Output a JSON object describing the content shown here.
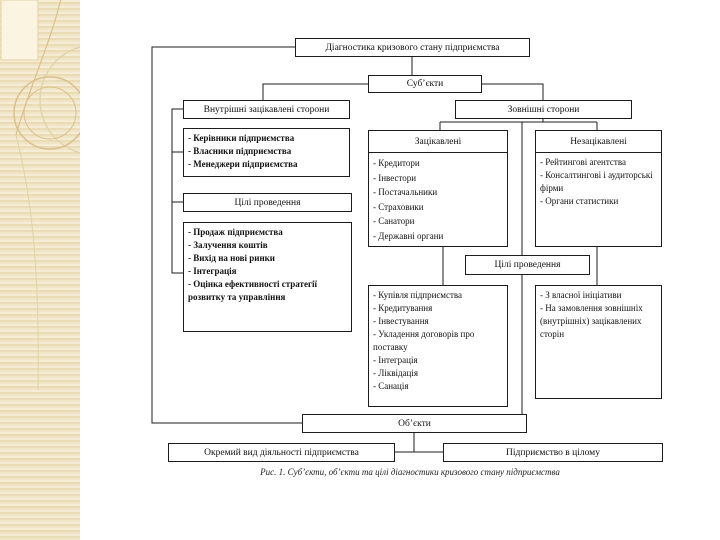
{
  "colors": {
    "sidebar_beige": "#eee0ba",
    "sidebar_stripe_light": "#f5ecd3",
    "sidebar_ring": "#d8c28c",
    "line_black": "#1c1c1c"
  },
  "diagram": {
    "title": "Діагностика кризового стану підприємства",
    "subjects_label": "Суб’єкти",
    "internal": {
      "header": "Внутрішні зацікавлені сторони",
      "members": [
        "- Керівники підприємства",
        "- Власники підприємства",
        "- Менеджери підприємства"
      ],
      "goals_header": "Цілі проведення",
      "goals": [
        "- Продаж підприємства",
        "- Залучення коштів",
        "- Вихід на нові ринки",
        "- Інтеграція",
        "- Оцінка ефективності стратегії розвитку та управління"
      ]
    },
    "external": {
      "header": "Зовнішні сторони",
      "interested": {
        "header": "Зацікавлені",
        "members": [
          "- Кредитори",
          "- Інвестори",
          "- Постачальники",
          "- Страховики",
          "- Санатори",
          "- Державні органи"
        ],
        "goals": [
          "- Купівля підприємства",
          "- Кредитування",
          "- Інвестування",
          "- Укладення договорів про поставку",
          "- Інтеграція",
          "- Ліквідація",
          "- Санація"
        ]
      },
      "uninterested": {
        "header": "Незацікавлені",
        "members": [
          "- Рейтингові агентства",
          "- Консалтингові і аудиторські фірми",
          "- Органи статистики"
        ],
        "goals": [
          "- З власної ініціативи",
          "- На замовлення зовнішніх (внутрішніх) зацікавлених сторін"
        ]
      },
      "goals_header": "Цілі проведення"
    },
    "objects": {
      "header": "Об’єкти",
      "activity": "Окремий вид діяльності підприємства",
      "whole": "Підприємство в цілому"
    },
    "caption": "Рис. 1. Суб’єкти, об’єкти та цілі діагностики кризового стану підприємства"
  }
}
